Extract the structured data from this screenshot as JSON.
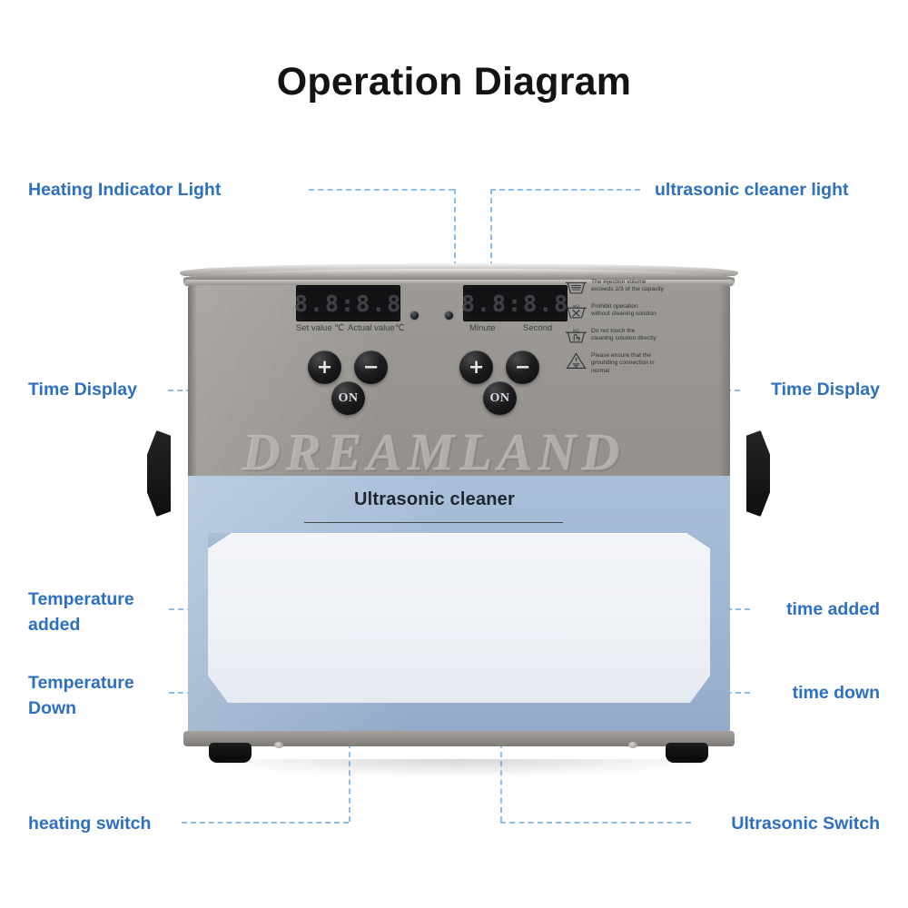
{
  "page": {
    "title": "Operation Diagram",
    "accent_color": "#2d6fc0",
    "leader_line_color": "#8dbdea",
    "background": "#ffffff"
  },
  "callouts": {
    "heating_indicator_light": "Heating Indicator Light",
    "ultrasonic_cleaner_light": "ultrasonic cleaner light",
    "time_display_left": "Time Display",
    "time_display_right": "Time Display",
    "temperature_added": "Temperature\nadded",
    "temperature_down": "Temperature\nDown",
    "time_added": "time added",
    "time_down": "time down",
    "heating_switch": "heating switch",
    "ultrasonic_switch": "Ultrasonic Switch"
  },
  "machine": {
    "watermark": "DREAMLAND",
    "brand": "Ultrasonic cleaner",
    "displays": [
      {
        "id": "temperature",
        "value": "8.8:8.8",
        "captions": [
          "Set value ℃",
          "Actual value℃"
        ]
      },
      {
        "id": "time",
        "value": "8.8:8.8",
        "captions": [
          "Minute",
          "Second"
        ]
      }
    ],
    "lamps": [
      {
        "id": "heating",
        "name": "heating-indicator-lamp"
      },
      {
        "id": "ultrasonic",
        "name": "ultrasonic-indicator-lamp"
      }
    ],
    "buttons": {
      "temperature_up": "+",
      "temperature_down": "−",
      "heating_on": "ON",
      "time_up": "+",
      "time_down": "−",
      "ultrasonic_on": "ON"
    },
    "warnings": [
      {
        "icon": "basket-fill-level-icon",
        "text": "The injection volume\nexceeds 2/3 of the capacity"
      },
      {
        "icon": "no-dry-operation-icon",
        "text": "Prohibit operation\nwithout cleaning solution"
      },
      {
        "icon": "no-hand-contact-icon",
        "text": "Do not touch the\ncleaning solution directly"
      },
      {
        "icon": "grounding-warning-icon",
        "text": "Please ensure that the\ngrounding connection is\nnormal"
      }
    ]
  }
}
